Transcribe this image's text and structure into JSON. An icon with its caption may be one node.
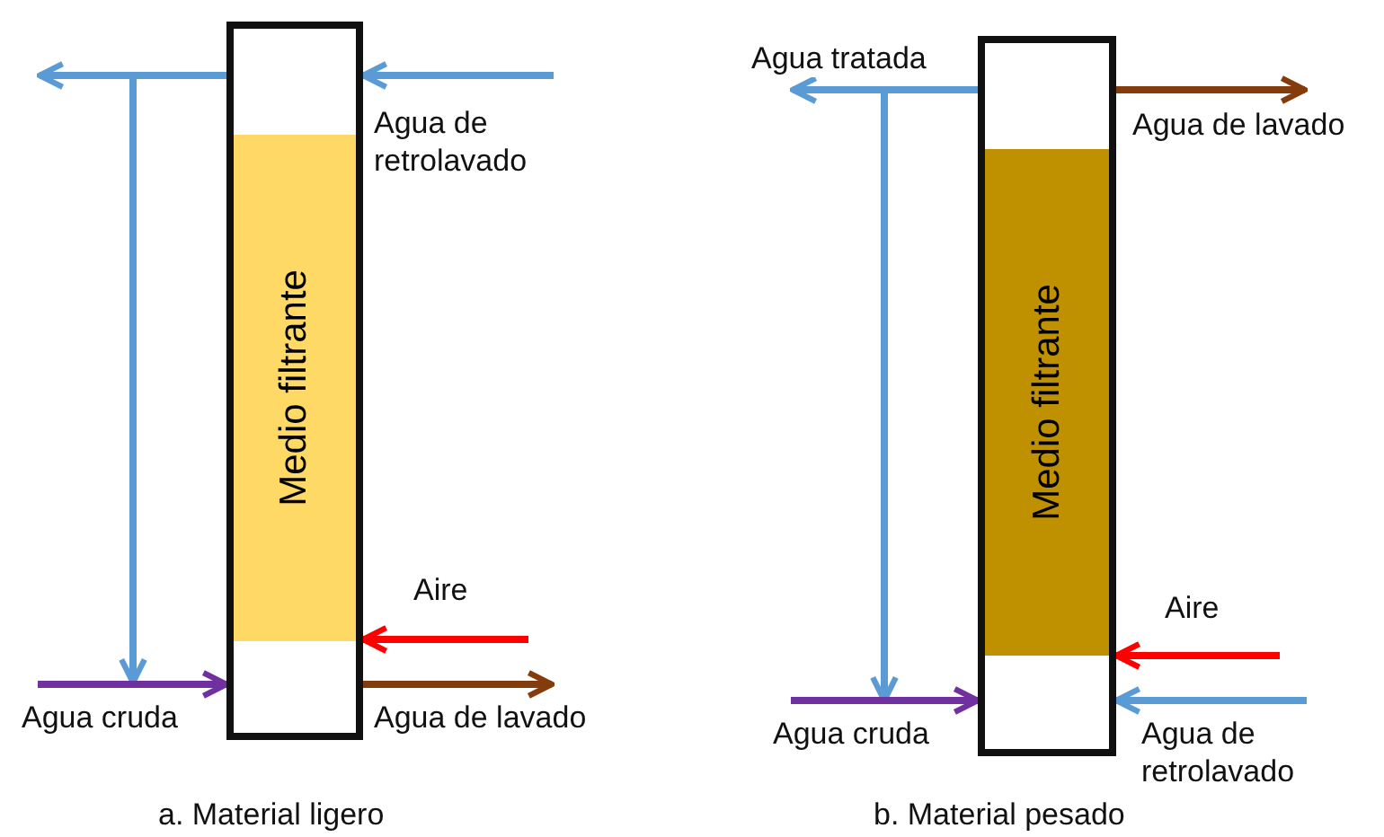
{
  "diagram": {
    "nodes": [
      {
        "text": [],
        "shape": "box"
      },
      {
        "text": [
          "Medio filtrante"
        ],
        "in": 0
      },
      {
        "text": [],
        "shape": "box"
      },
      {
        "text": [
          "Medio filtrante"
        ],
        "in": 2
      }
    ],
    "edges": [
      {
        "from": 0,
        "to": null,
        "arrow": "to"
      },
      {
        "from": 0,
        "to": null,
        "arrow": "to"
      },
      {
        "from": null,
        "to": 0,
        "arrow": "to",
        "label": "Agua de retrolavado"
      },
      {
        "from": null,
        "to": 0,
        "arrow": "to",
        "label": "Aire",
        "color": "#ff0000"
      },
      {
        "from": null,
        "to": 0,
        "arrow": "to",
        "label": "Agua cruda",
        "color": "#7030a0"
      },
      {
        "from": 0,
        "to": null,
        "arrow": "to",
        "label": "Agua de lavado",
        "color": "#843c0c"
      },
      {
        "from": 2,
        "to": null,
        "arrow": "to",
        "label": "Agua tratada"
      },
      {
        "from": 2,
        "to": null,
        "arrow": "to"
      },
      {
        "from": 2,
        "to": null,
        "arrow": "to",
        "label": "Agua de lavado",
        "color": "#843c0c"
      },
      {
        "from": null,
        "to": 2,
        "arrow": "to",
        "label": "Aire",
        "color": "#ff0000"
      },
      {
        "from": null,
        "to": 2,
        "arrow": "to",
        "label": "Agua cruda",
        "color": "#7030a0"
      },
      {
        "from": null,
        "to": 2,
        "arrow": "to",
        "label": "Agua de retrolavado"
      }
    ],
    "labels": [
      "a. Material ligero",
      "b. Material pesado"
    ]
  }
}
